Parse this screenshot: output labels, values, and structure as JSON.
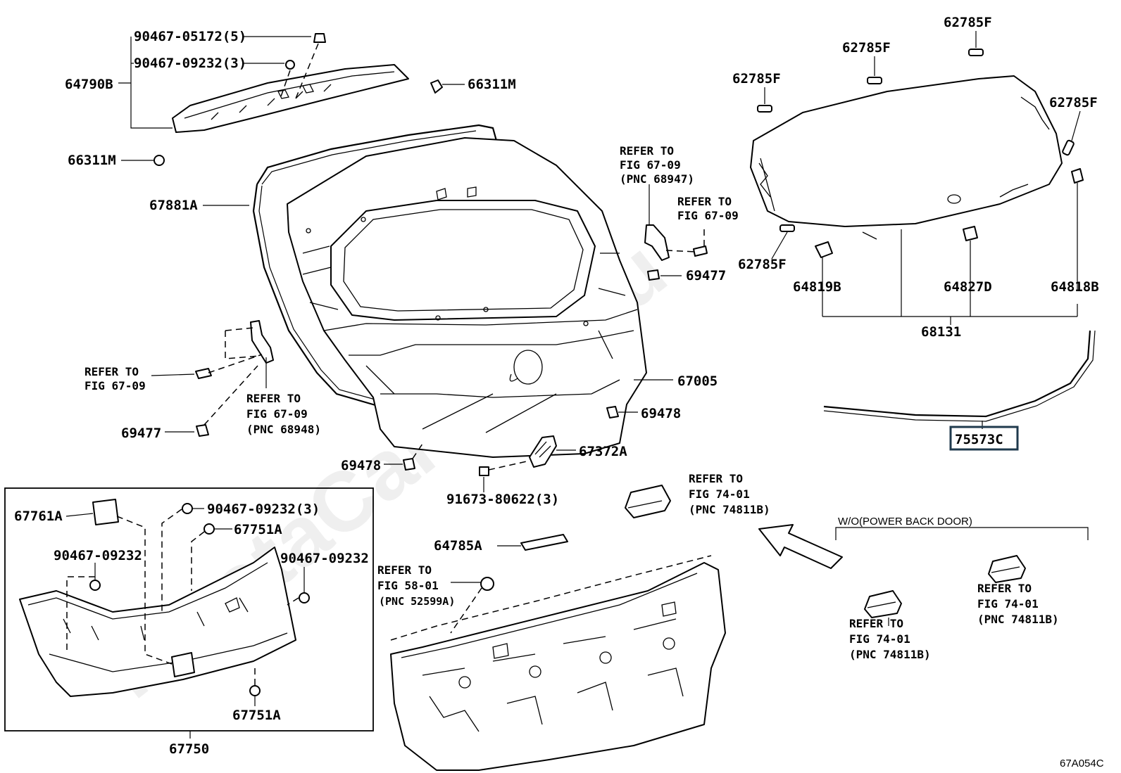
{
  "watermark": "ToyotaCarVine.ru",
  "figure_code": "67A054C",
  "highlighted_part": "75573C",
  "labels": {
    "p1": "90467-05172(5)",
    "p2": "90467-09232(3)",
    "p3": "64790B",
    "p4": "66311M",
    "p5": "66311M",
    "p6": "67881A",
    "p7": "62785F",
    "p8": "62785F",
    "p9": "62785F",
    "p10": "62785F",
    "p11": "62785F",
    "p12": "64819B",
    "p13": "64827D",
    "p14": "64818B",
    "p15": "68131",
    "p16": "75573C",
    "p17": "69477",
    "p18": "69477",
    "p19": "67005",
    "p20": "69478",
    "p21": "69478",
    "p22": "67372A",
    "p23": "91673-80622(3)",
    "p24": "64785A",
    "p25": "67761A",
    "p26": "90467-09232(3)",
    "p27": "67751A",
    "p28": "90467-09232",
    "p29": "90467-09232",
    "p30": "67751A",
    "p31": "67750"
  },
  "refs": {
    "r1": [
      "REFER TO",
      "FIG 67-09",
      "(PNC 68947)"
    ],
    "r2": [
      "REFER TO",
      "FIG 67-09"
    ],
    "r3": [
      "REFER TO",
      "FIG 67-09"
    ],
    "r4": [
      "REFER TO",
      "FIG 67-09",
      "(PNC 68948)"
    ],
    "r5": [
      "REFER TO",
      "FIG 74-01",
      "(PNC 74811B)"
    ],
    "r6": [
      "REFER TO",
      "FIG 58-01",
      "(PNC 52599A)"
    ],
    "r7": [
      "REFER TO",
      "FIG 74-01",
      "(PNC 74811B)"
    ],
    "r8": [
      "REFER TO",
      "FIG 74-01",
      "(PNC 74811B)"
    ]
  },
  "variant_note": "W/O(POWER BACK DOOR)"
}
